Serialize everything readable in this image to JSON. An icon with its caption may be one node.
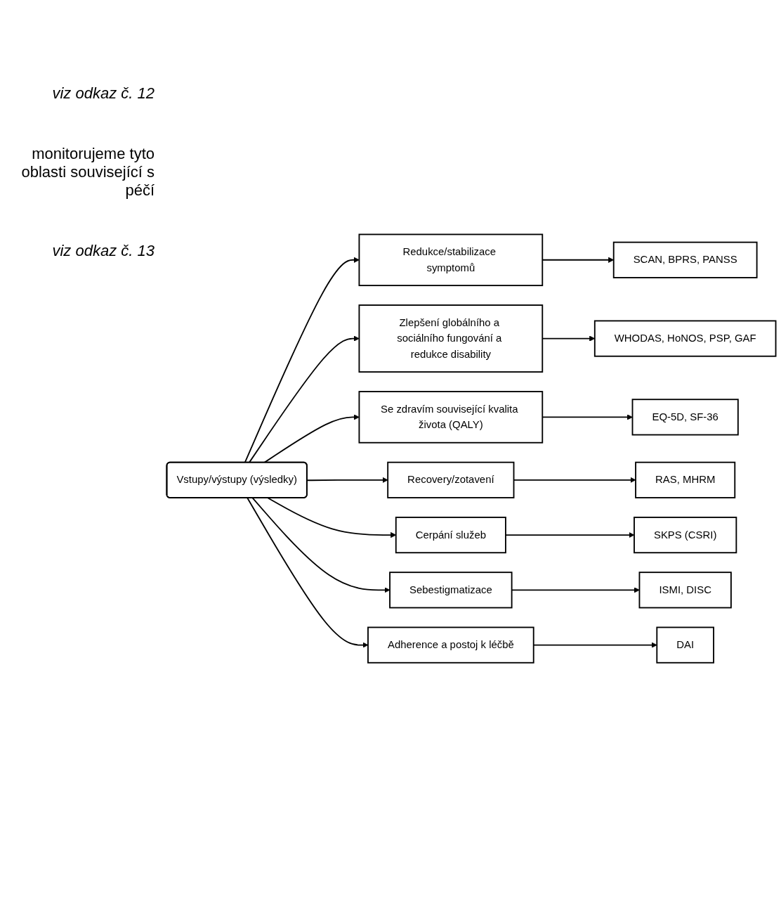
{
  "diagram": {
    "nodes": [
      {
        "text": [
          "Vstupy/výstupy (výsledky)"
        ]
      },
      {
        "text": [
          "Redukce/stabilizace symptomů"
        ]
      },
      {
        "text": [
          "SCAN, BPRS, PANSS"
        ]
      },
      {
        "text": [
          "Zlepšení globálního a sociálního fungování a redukce disability"
        ]
      },
      {
        "text": [
          "WHODAS, HoNOS, PSP, GAF"
        ]
      },
      {
        "text": [
          "Se zdravím související kvalita života (QALY)"
        ]
      },
      {
        "text": [
          "EQ-5D, SF-36"
        ]
      },
      {
        "text": [
          "Recovery/zotavení"
        ]
      },
      {
        "text": [
          "RAS, MHRM"
        ]
      },
      {
        "text": [
          "Cerpání služeb"
        ]
      },
      {
        "text": [
          "SKPS (CSRI)"
        ]
      },
      {
        "text": [
          "Sebestigmatizace"
        ]
      },
      {
        "text": [
          "ISMI, DISC"
        ]
      },
      {
        "text": [
          "Adherence a postoj k léčbě"
        ]
      },
      {
        "text": [
          "DAI"
        ]
      }
    ],
    "edges": [
      {
        "from": 0,
        "to": 1,
        "arrow": "to"
      },
      {
        "from": 1,
        "to": 2,
        "arrow": "to"
      },
      {
        "from": 0,
        "to": 3,
        "arrow": "to"
      },
      {
        "from": 3,
        "to": 4,
        "arrow": "to"
      },
      {
        "from": 0,
        "to": 5,
        "arrow": "to"
      },
      {
        "from": 5,
        "to": 6,
        "arrow": "to"
      },
      {
        "from": 0,
        "to": 7,
        "arrow": "to"
      },
      {
        "from": 7,
        "to": 8,
        "arrow": "to"
      },
      {
        "from": 0,
        "to": 9,
        "arrow": "to"
      },
      {
        "from": 9,
        "to": 10,
        "arrow": "to"
      },
      {
        "from": 0,
        "to": 11,
        "arrow": "to"
      },
      {
        "from": 11,
        "to": 12,
        "arrow": "to"
      },
      {
        "from": 0,
        "to": 13,
        "arrow": "to"
      },
      {
        "from": 13,
        "to": 14,
        "arrow": "to"
      }
    ],
    "labels": [
      "viz odkaz č. 12",
      "monitorujeme tyto oblasti související s péčí",
      "viz odkaz č. 13"
    ]
  }
}
